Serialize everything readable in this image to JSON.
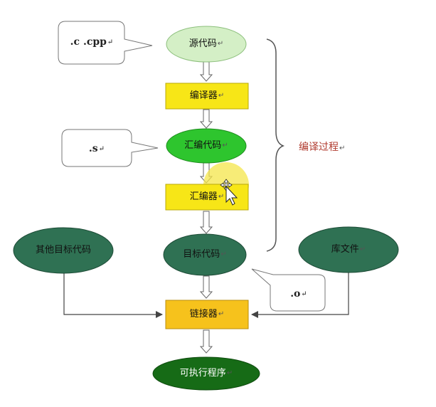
{
  "nodes": {
    "source_code": {
      "label": "源代码"
    },
    "compiler": {
      "label": "编译器"
    },
    "assembly_code": {
      "label": "汇编代码"
    },
    "assembler": {
      "label": "汇编器"
    },
    "object_code": {
      "label": "目标代码"
    },
    "other_object_code": {
      "label": "其他目标代码"
    },
    "library_files": {
      "label": "库文件"
    },
    "linker": {
      "label": "链接器"
    },
    "executable": {
      "label": "可执行程序"
    }
  },
  "callouts": {
    "source_ext": ".c .cpp",
    "assembly_ext": ".s",
    "object_ext": ".o"
  },
  "brace_label": "编译过程",
  "paragraph_mark": "↵",
  "colors": {
    "light_green": "#d4efc6",
    "bright_green": "#2ec52e",
    "dark_teal": "#2f7153",
    "dark_green": "#166b16",
    "yellow": "#f7e617",
    "orange": "#f6c21c"
  }
}
